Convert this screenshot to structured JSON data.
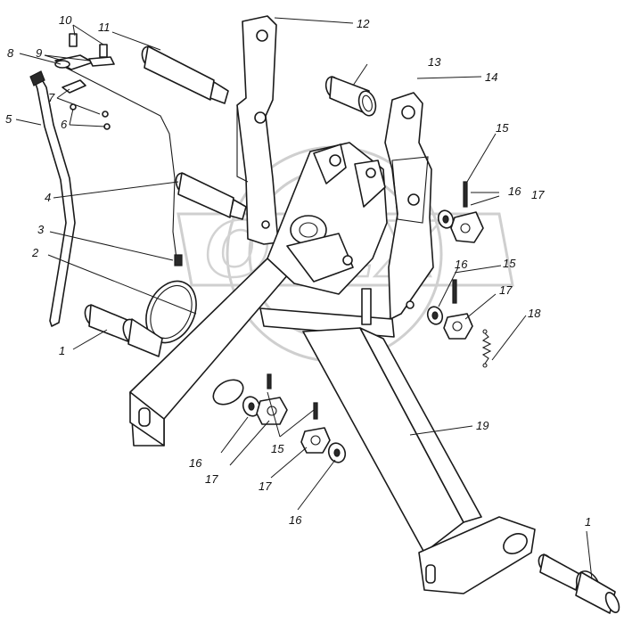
{
  "watermark": {
    "text": "OPEX"
  },
  "callouts": [
    {
      "label": "1"
    },
    {
      "label": "1"
    },
    {
      "label": "2"
    },
    {
      "label": "3"
    },
    {
      "label": "4"
    },
    {
      "label": "5"
    },
    {
      "label": "6"
    },
    {
      "label": "7"
    },
    {
      "label": "8"
    },
    {
      "label": "9"
    },
    {
      "label": "10"
    },
    {
      "label": "11"
    },
    {
      "label": "12"
    },
    {
      "label": "13"
    },
    {
      "label": "14"
    },
    {
      "label": "15"
    },
    {
      "label": "15"
    },
    {
      "label": "15"
    },
    {
      "label": "16"
    },
    {
      "label": "16"
    },
    {
      "label": "16"
    },
    {
      "label": "16"
    },
    {
      "label": "17"
    },
    {
      "label": "17"
    },
    {
      "label": "17"
    },
    {
      "label": "17"
    },
    {
      "label": "18"
    },
    {
      "label": "19"
    }
  ]
}
